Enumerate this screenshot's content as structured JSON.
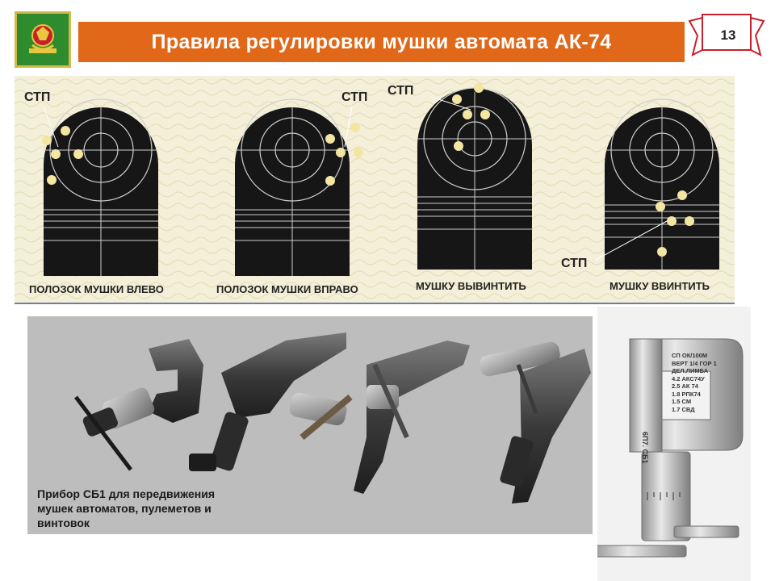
{
  "header": {
    "title": "Правила регулировки мушки автомата АК-74",
    "page_number": "13"
  },
  "targets": {
    "stp_label": "СТП",
    "captions": [
      "ПОЛОЗОК МУШКИ ВЛЕВО",
      "ПОЛОЗОК МУШКИ ВПРАВО",
      "МУШКУ ВЫВИНТИТЬ",
      "МУШКУ ВВИНТИТЬ"
    ]
  },
  "photo": {
    "caption": [
      "Прибор СБ1 для передвижения",
      "мушек автоматов, пулеметов и",
      "винтовок"
    ]
  },
  "gauge": {
    "engraving": [
      "СП ОК/100М",
      "ВЕРТ 1/4 ГОР 1",
      "ДЕЛ.ЛИМБА",
      "4.2 АКС74У",
      "2.5 АК 74",
      "1.8 РПК74",
      "1.5 СМ",
      "1.7 СВД"
    ],
    "model": "6П7. СБ1"
  },
  "colors": {
    "accent": "#e06818",
    "target": "#161616",
    "hit": "#f3e6a2",
    "panel": "#f4efd8"
  }
}
